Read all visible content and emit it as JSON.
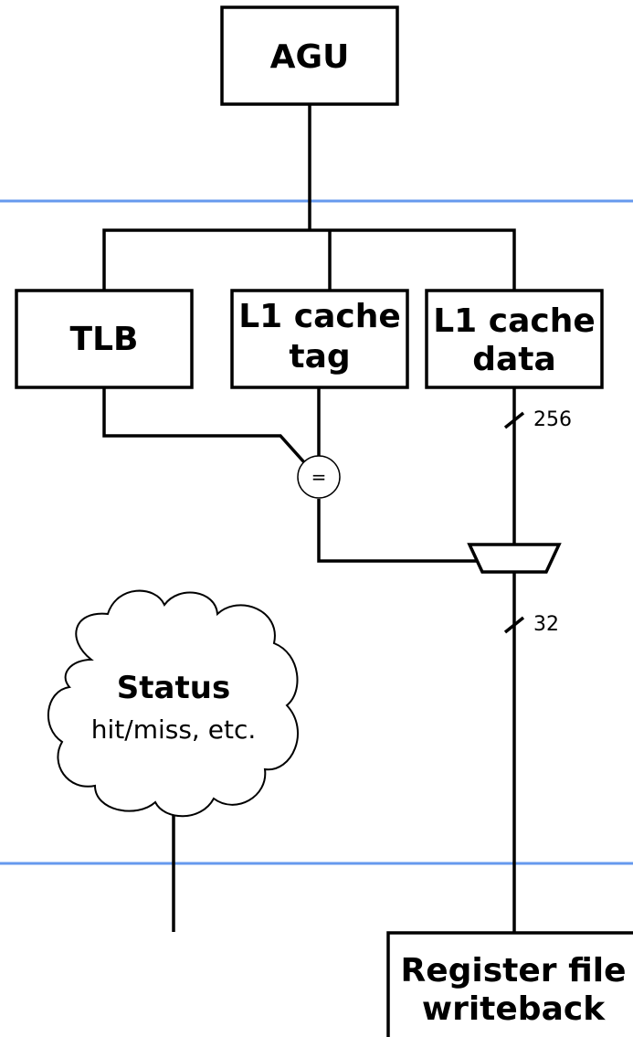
{
  "blocks": {
    "agu": "AGU",
    "tlb": "TLB",
    "l1_tag": [
      "L1 cache",
      "tag"
    ],
    "l1_data": [
      "L1 cache",
      "data"
    ],
    "writeback": [
      "Register file",
      "writeback"
    ]
  },
  "comparator": "=",
  "bus_widths": {
    "data_out": "256",
    "mux_out": "32"
  },
  "status": {
    "title": "Status",
    "subtitle": "hit/miss, etc."
  },
  "colors": {
    "stage_line": "#6699ee",
    "ink": "#000000"
  }
}
